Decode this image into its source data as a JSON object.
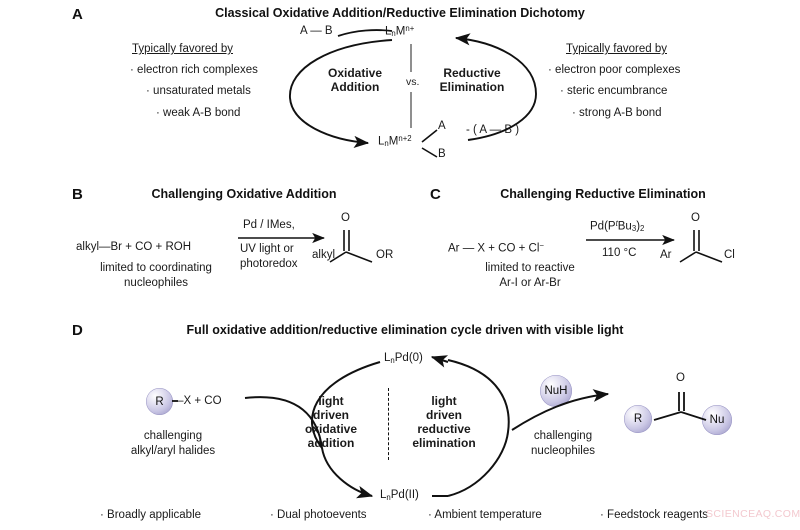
{
  "panels": {
    "a": {
      "letter": "A",
      "title": "Classical Oxidative Addition/Reductive Elimination Dichotomy",
      "left_heading": "Typically favored by",
      "left_bullets": [
        "electron rich complexes",
        "unsaturated metals",
        "weak A-B bond"
      ],
      "right_heading": "Typically favored by",
      "right_bullets": [
        "electron poor complexes",
        "steric encumbrance",
        "strong A-B bond"
      ],
      "reactant_label": "A — B",
      "top_species_pre": "L",
      "top_species_sub": "n",
      "top_species_mid": "M",
      "top_species_sup": "n+",
      "bottom_species_pre": "L",
      "bottom_species_sub": "n",
      "bottom_species_mid": "M",
      "bottom_species_sup": "n+2",
      "sub_a": "A",
      "sub_b": "B",
      "left_arrow_label_l1": "Oxidative",
      "left_arrow_label_l2": "Addition",
      "vs": "vs.",
      "right_arrow_label_l1": "Reductive",
      "right_arrow_label_l2": "Elimination",
      "eliminated": "- ( A — B )"
    },
    "b": {
      "letter": "B",
      "title": "Challenging Oxidative Addition",
      "substrate": "alkyl—Br  +  CO + ROH",
      "note_l1": "limited to coordinating",
      "note_l2": "nucleophiles",
      "cond_top": "Pd / IMes,",
      "cond_bot_l1": "UV light or",
      "cond_bot_l2": "photoredox",
      "product_left": "alkyl",
      "product_right": "OR",
      "product_o": "O"
    },
    "c": {
      "letter": "C",
      "title": "Challenging Reductive Elimination",
      "substrate_ar": "Ar — X  + CO +  Cl",
      "substrate_charge": "−",
      "note_l1": "limited to reactive",
      "note_l2": "Ar-I or Ar-Br",
      "cond_top_pre": "Pd(P",
      "cond_top_it": "t",
      "cond_top_mid": "Bu",
      "cond_top_sub1": "3",
      "cond_top_close": ")",
      "cond_top_sub2": "2",
      "cond_bot": "110 °C",
      "product_left": "Ar",
      "product_right": "Cl",
      "product_o": "O"
    },
    "d": {
      "letter": "D",
      "title": "Full oxidative addition/reductive elimination cycle driven with visible light",
      "top_species_pre": "L",
      "top_species_sub": "n",
      "top_species_post": "Pd(0)",
      "bottom_species_pre": "L",
      "bottom_species_sub": "n",
      "bottom_species_post": "Pd(II)",
      "substrate_r": "R",
      "substrate_rest": "—X  +  CO",
      "substrate_note_l1": "challenging",
      "substrate_note_l2": "alkyl/aryl halides",
      "left_label": [
        "light",
        "driven",
        "oxidative",
        "addition"
      ],
      "right_label": [
        "light",
        "driven",
        "reductive",
        "elimination"
      ],
      "nuh": "NuH",
      "nuc_note_l1": "challenging",
      "nuc_note_l2": "nucleophiles",
      "product_r": "R",
      "product_nu": "Nu",
      "product_o": "O",
      "bottom_bullets": [
        "Broadly applicable",
        "Dual photoevents",
        "Ambient temperature",
        "Feedstock reagents"
      ]
    }
  },
  "watermark": "SCIENCEAQ.COM",
  "colors": {
    "ink": "#1a1a1a",
    "sphere": "#bdb9dd",
    "watermark": "#f3c9cf"
  }
}
